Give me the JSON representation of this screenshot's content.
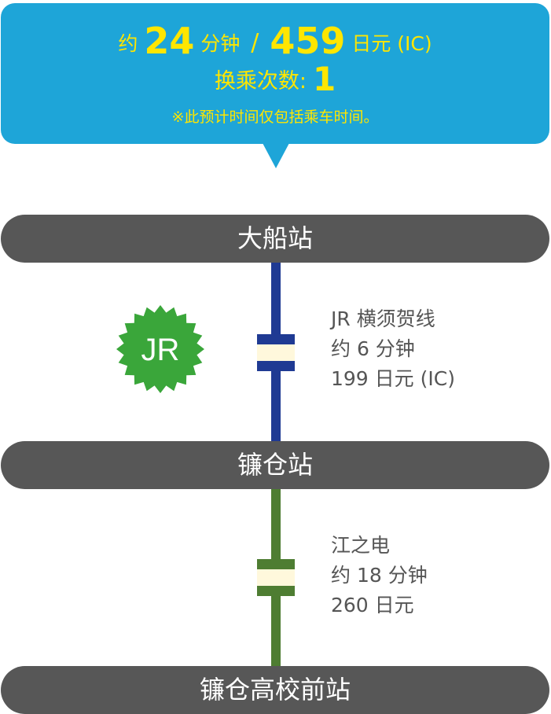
{
  "summary": {
    "approx_prefix": "约",
    "minutes": "24",
    "minutes_unit": "分钟",
    "slash": "/",
    "fare": "459",
    "fare_unit": "日元 (IC)",
    "transfers_label": "换乘次数:",
    "transfers": "1",
    "note": "※此预计时间仅包括乘车时间。"
  },
  "stations": [
    {
      "name": "大船站"
    },
    {
      "name": "镰仓站"
    },
    {
      "name": "镰仓高校前站"
    }
  ],
  "segments": [
    {
      "line": "JR 横须贺线",
      "duration": "约 6 分钟",
      "fare": "199 日元 (IC)",
      "badge": "JR",
      "color": "#1f3a93",
      "marker_color": "#1f3a93"
    },
    {
      "line": "江之电",
      "duration": "约 18 分钟",
      "fare": "260 日元",
      "color": "#4e7d32",
      "marker_color": "#4e7d32"
    }
  ],
  "colors": {
    "bubble": "#1ea5d8",
    "highlight_text": "#ffe600",
    "station_bar": "#575757",
    "badge_green": "#3aa63a",
    "marker_cream": "#fff8dc"
  }
}
